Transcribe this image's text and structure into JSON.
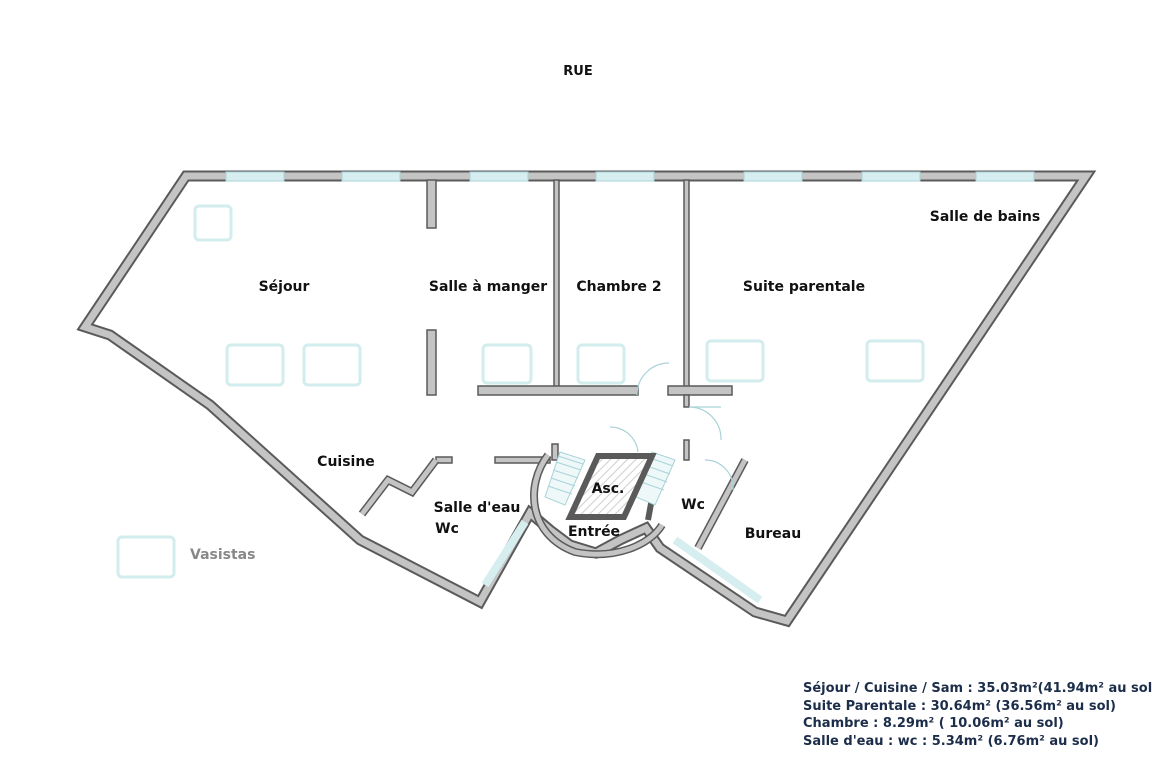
{
  "street_label": "RUE",
  "rooms": {
    "sejour": "Séjour",
    "salle_a_manger": "Salle à manger",
    "chambre_2": "Chambre 2",
    "suite_parentale": "Suite parentale",
    "salle_de_bains": "Salle de bains",
    "cuisine": "Cuisine",
    "salle_d_eau_line1": "Salle d'eau",
    "salle_d_eau_line2": "Wc",
    "asc": "Asc.",
    "entree": "Entrée",
    "wc": "Wc",
    "bureau": "Bureau"
  },
  "legend": {
    "vasistas": "Vasistas"
  },
  "areas": [
    "Séjour / Cuisine / Sam :  35.03m²(41.94m² au sol)",
    "Suite Parentale : 30.64m² (36.56m² au sol)",
    "Chambre : 8.29m² ( 10.06m² au sol)",
    "Salle d'eau : wc : 5.34m² (6.76m² au sol)"
  ],
  "colors": {
    "wall_fill": "#c4c4c4",
    "wall_stroke": "#5a5a5a",
    "window": "#d6eef0",
    "skylight": "#d3ecee",
    "area_text": "#1c2d4a"
  }
}
